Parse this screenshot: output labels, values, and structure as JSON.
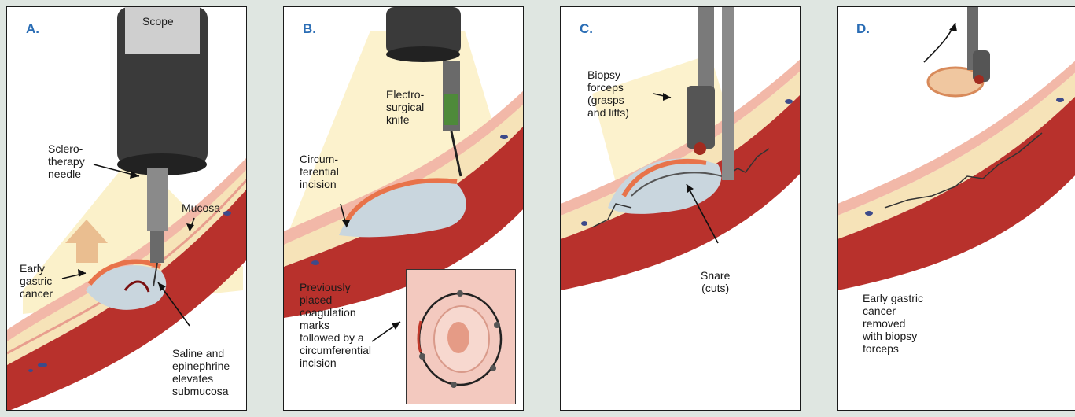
{
  "panels": [
    {
      "letter": "A.",
      "labels": {
        "scope": "Scope",
        "needle": "Sclero-\ntherapy\nneedle",
        "mucosa": "Mucosa",
        "cancer": "Early\ngastric\ncancer",
        "saline": "Saline and\nepinephrine\nelevates\nsubmucosa"
      }
    },
    {
      "letter": "B.",
      "labels": {
        "knife": "Electro-\nsurgical\nknife",
        "incision": "Circum-\nferential\nincision",
        "marks": "Previously\nplaced\ncoagulation\nmarks\nfollowed by a\ncircumferential\nincision"
      }
    },
    {
      "letter": "C.",
      "labels": {
        "forceps": "Biopsy\nforceps\n(grasps\nand lifts)",
        "snare": "Snare\n(cuts)"
      }
    },
    {
      "letter": "D.",
      "labels": {
        "removed": "Early gastric\ncancer\nremoved\nwith biopsy\nforceps"
      }
    }
  ],
  "colors": {
    "accent_letter": "#2a6db5",
    "background": "#dfe6e1",
    "mucosa": "#f2b8a8",
    "submucosa": "#f6e3b8",
    "muscle": "#b8312c",
    "light_beam": "#fbf0c4",
    "scope": "#3a3a3a"
  }
}
